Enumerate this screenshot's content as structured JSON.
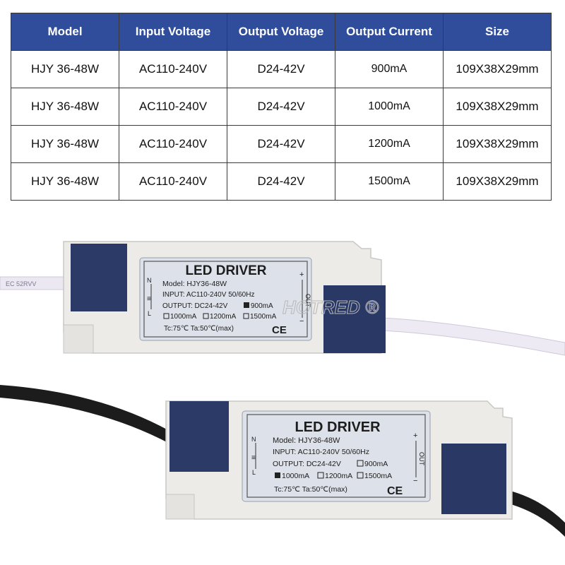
{
  "table": {
    "headers": [
      "Model",
      "Input Voltage",
      "Output Voltage",
      "Output Current",
      "Size"
    ],
    "rows": [
      [
        "HJY 36-48W",
        "AC110-240V",
        "D24-42V",
        "900mA",
        "109X38X29mm"
      ],
      [
        "HJY 36-48W",
        "AC110-240V",
        "D24-42V",
        "1000mA",
        "109X38X29mm"
      ],
      [
        "HJY 36-48W",
        "AC110-240V",
        "D24-42V",
        "1200mA",
        "109X38X29mm"
      ],
      [
        "HJY 36-48W",
        "AC110-240V",
        "D24-42V",
        "1500mA",
        "109X38X29mm"
      ]
    ]
  },
  "driver1": {
    "title": "LED DRIVER",
    "model": "Model: HJY36-48W",
    "input": "INPUT: AC110-240V  50/60Hz",
    "output": "OUTPUT: DC24-42V",
    "opt_selected": "900mA",
    "opt_a": "1000mA",
    "opt_b": "1200mA",
    "opt_c": "1500mA",
    "temps": "Tc:75℃   Ta:50℃(max)",
    "ce": "CE",
    "side_out": "OUT",
    "pins": [
      "N",
      "L"
    ],
    "plus": "+",
    "minus": "−",
    "cable_print": "EC 52RVV"
  },
  "driver2": {
    "title": "LED DRIVER",
    "model": "Model: HJY36-48W",
    "input": "INPUT: AC110-240V  50/60Hz",
    "output": "OUTPUT: DC24-42V",
    "opt_a": "900mA",
    "opt_selected": "1000mA",
    "opt_b": "1200mA",
    "opt_c": "1500mA",
    "temps": "Tc:75℃   Ta:50℃(max)",
    "ce": "CE",
    "side_out": "OUT",
    "pins": [
      "N",
      "L"
    ],
    "plus": "+",
    "minus": "−"
  },
  "watermark": "HOTRED ®",
  "colors": {
    "header_bg": "#2f4d9b",
    "header_text": "#ffffff",
    "cap_blue": "#2b3a66",
    "casing": "#ededeb",
    "label": "#dfe3ea"
  }
}
